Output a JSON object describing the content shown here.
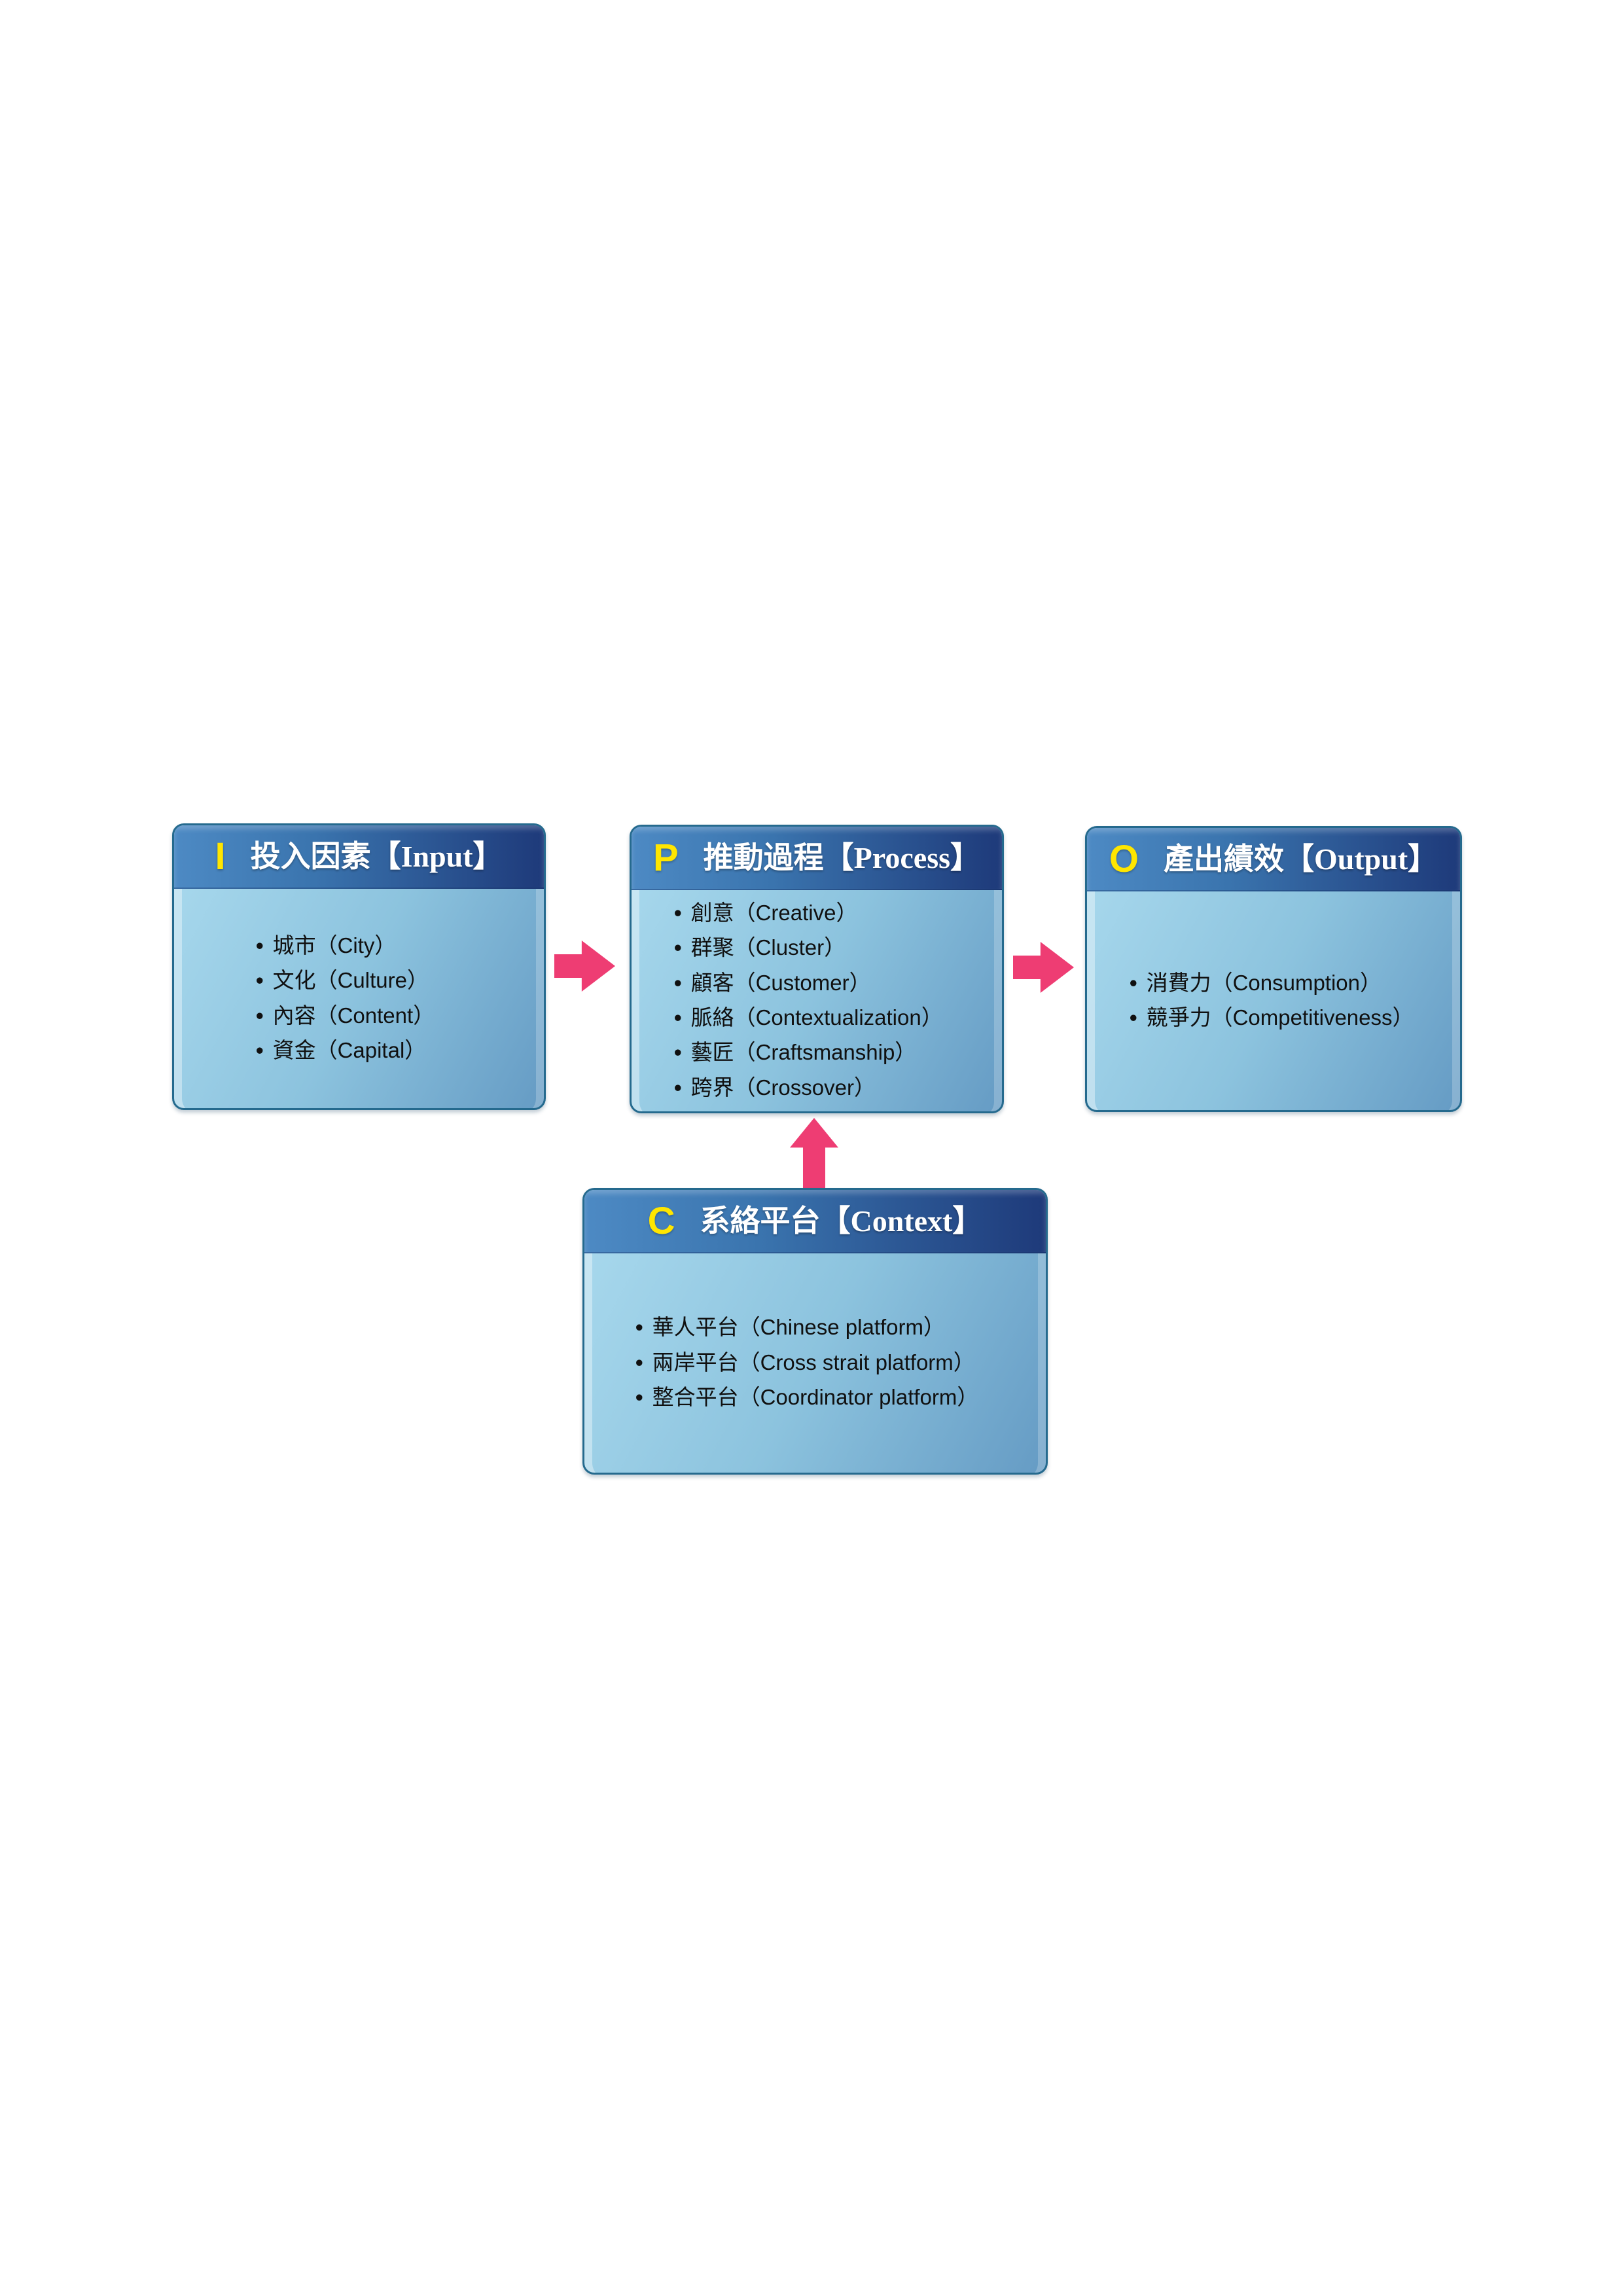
{
  "figure": {
    "background_color": "#ffffff",
    "accent_letter_color": "#ffe600",
    "header_gradient_left": "#4d8ac4",
    "header_gradient_right": "#1e3a7a",
    "body_gradient_light": "#aadaee",
    "body_gradient_dark": "#659bc4",
    "box_border_color": "#256a8e",
    "arrow_color": "#ee3d73",
    "title_text_color": "#ffffff",
    "item_text_color": "#101010"
  },
  "boxes": {
    "input": {
      "letter": "I",
      "title": "投入因素【Input】",
      "items": [
        "城市（City）",
        "文化（Culture）",
        "內容（Content）",
        "資金（Capital）"
      ]
    },
    "process": {
      "letter": "P",
      "title": "推動過程【Process】",
      "items": [
        "創意（Creative）",
        "群聚（Cluster）",
        "顧客（Customer）",
        "脈絡（Contextualization）",
        "藝匠（Craftsmanship）",
        "跨界（Crossover）"
      ]
    },
    "output": {
      "letter": "O",
      "title": "產出績效【Output】",
      "items": [
        "消費力（Consumption）",
        "競爭力（Competitiveness）"
      ]
    },
    "context": {
      "letter": "C",
      "title": "系絡平台【Context】",
      "items": [
        "華人平台（Chinese platform）",
        "兩岸平台（Cross strait platform）",
        "整合平台（Coordinator platform）"
      ]
    }
  },
  "arrows": [
    {
      "name": "input-to-process",
      "direction": "right"
    },
    {
      "name": "process-to-output",
      "direction": "right"
    },
    {
      "name": "context-to-process",
      "direction": "up"
    }
  ]
}
